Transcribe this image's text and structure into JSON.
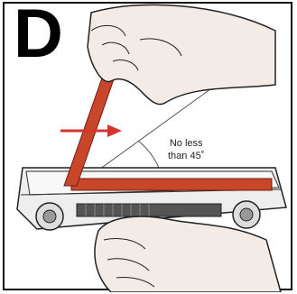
{
  "step_letter": "D",
  "angle_note": {
    "line1": "No less",
    "line2": "than 45",
    "degree": "˚"
  },
  "colors": {
    "strip": "#c8472a",
    "arrow": "#d6332a",
    "outline": "#222222",
    "skin": "#f3ece6"
  },
  "icons": [
    "red-arrow-icon",
    "angle-arc-icon",
    "hand-icon",
    "toner-cartridge-icon"
  ]
}
